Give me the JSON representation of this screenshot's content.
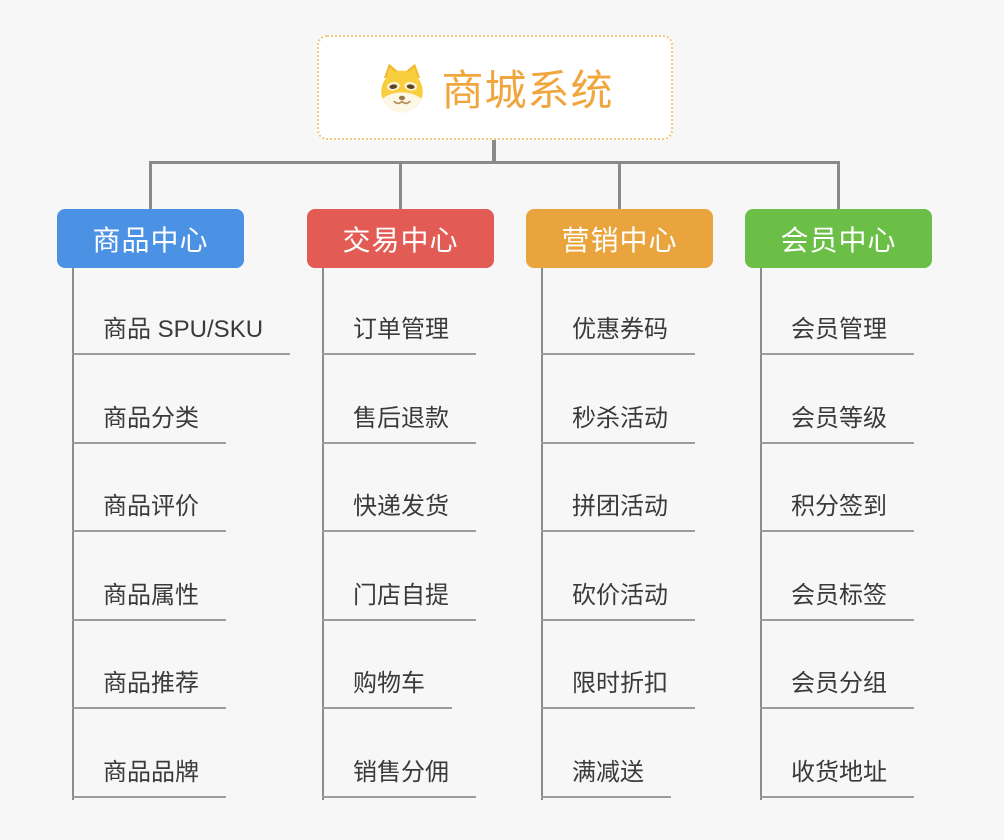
{
  "root": {
    "title": "商城系统",
    "icon": "dog-face-icon",
    "title_color": "#F0A63C",
    "border_color": "#F4C87E"
  },
  "branches": [
    {
      "label": "商品中心",
      "color": "#4B92E5",
      "children": [
        "商品 SPU/SKU",
        "商品分类",
        "商品评价",
        "商品属性",
        "商品推荐",
        "商品品牌"
      ]
    },
    {
      "label": "交易中心",
      "color": "#E25B55",
      "children": [
        "订单管理",
        "售后退款",
        "快递发货",
        "门店自提",
        "购物车",
        "销售分佣"
      ]
    },
    {
      "label": "营销中心",
      "color": "#EAA43D",
      "children": [
        "优惠券码",
        "秒杀活动",
        "拼团活动",
        "砍价活动",
        "限时折扣",
        "满减送"
      ]
    },
    {
      "label": "会员中心",
      "color": "#6CBF46",
      "children": [
        "会员管理",
        "会员等级",
        "积分签到",
        "会员标签",
        "会员分组",
        "收货地址"
      ]
    }
  ],
  "styles": {
    "background": "#F7F7F7",
    "connector_color": "#8A8A8A",
    "children_line_color": "#8C8C8C",
    "leaf_underline_color": "#9C9C9C",
    "leaf_text_color": "#3A3A3A",
    "node_text_color": "#FFFFFF"
  }
}
